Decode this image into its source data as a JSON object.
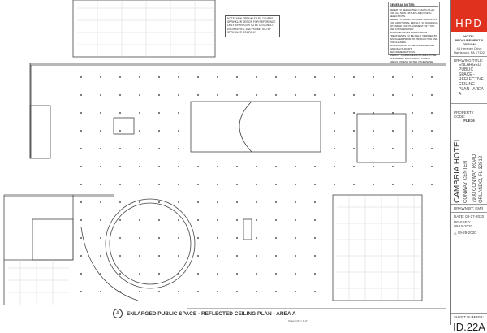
{
  "general_notes": {
    "heading": "GENERAL NOTES:",
    "items": [
      "REFER TO REFLECTED CEILING PLAN FOR ALL NEW FIXTURE AND FINISH SELECTIONS.",
      "REFER TO ARCHITECTURAL DRAWINGS FOR ADDITIONAL DETAILS. IF DRAWINGS INTENDED FOR PLACEMENT OF TYPE AND FINISHES ONLY.",
      "ALL DIMENSIONS FOR WINDOW TREATMENTS TO BE FIELD VERIFIED BY INSTALLER PRIOR TO PRODUCTION AND PURCHASING.",
      "ALL FLOORING TO BE INSTALLED PER MANUFACTURER'S RECOMMENDATIONS.",
      "ENERGY STAR RATED FIXTURES TO BE INSTALLED THROUGHOUT PUBLIC AREAS UNLESS NOTED OTHERWISE."
    ]
  },
  "plan_note": "NOTE: NEW SPRINKLER BY OTHERS. SPRINKLER DESIGN FOR REFERENCE ONLY. SPRINKLER TO BE DESIGNED, ENGINEERED, AND PERMITTED BY SPRINKLER COMPANY.",
  "title_block": {
    "logo": "HPD",
    "firm_name": "HOTEL PROCUREMENT & DESIGN",
    "address_line1": "44 Hershey Drive",
    "address_line2": "Harrisburg, PA 17102",
    "drawing_title_label": "DRAWING TITLE:",
    "drawing_title": "ENLARGED PUBLIC SPACE - REFLECTIVE CEILING PLAN - AREA A",
    "property_code_label": "PROPERTY CODE:",
    "property_code": "FLE36",
    "project_name": "CAMBRIA HOTEL",
    "project_sub": "CONWAY CENTER",
    "project_address1": "7900 CONWAY ROAD",
    "project_address2": "ORLANDO, FL 32812",
    "drawn_by": "DRAWN BY: EMR",
    "date": "DATE: 03-27-2020",
    "revised_label": "REVISED:",
    "revised_1": "09-15-2020",
    "revised_2": "09-29-2020",
    "revision_mark": "1",
    "sheet_number_label": "SHEET NUMBER:",
    "sheet_number": "ID.22A"
  },
  "plan_title": {
    "bubble": "A",
    "title": "ENLARGED PUBLIC SPACE - REFLECTED CEILING PLAN - AREA A",
    "scale": "Scale: 1/4\" = 1'-0\""
  },
  "colors": {
    "brand": "#e0301e",
    "lines": "#444444"
  }
}
